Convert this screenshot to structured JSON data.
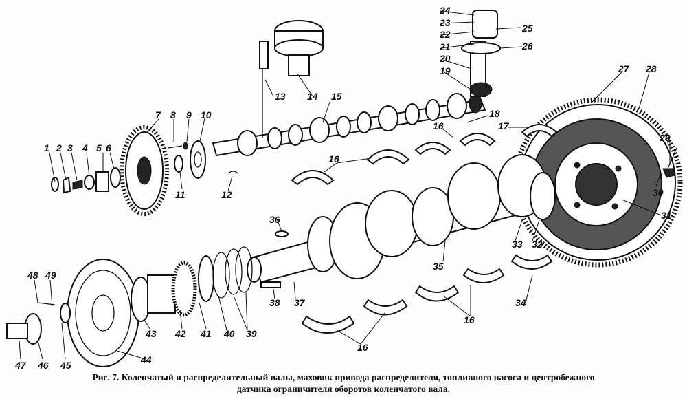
{
  "caption": {
    "line1": "Рис. 7. Коленчатый и распределительный валы, маховик привода распределителя, топливного насоса и центробежного",
    "line2": "датчика ограничителя оборотов коленчатого вала."
  },
  "callouts": {
    "n1": "1",
    "n2": "2",
    "n3": "3",
    "n4": "4",
    "n5": "5",
    "n6": "6",
    "n7": "7",
    "n8": "8",
    "n9": "9",
    "n10": "10",
    "n11": "11",
    "n12": "12",
    "n13": "13",
    "n14": "14",
    "n15": "15",
    "n16": "16",
    "n17": "17",
    "n18": "18",
    "n19": "19",
    "n20": "20",
    "n21": "21",
    "n22": "22",
    "n23": "23",
    "n24": "24",
    "n25": "25",
    "n26": "26",
    "n27": "27",
    "n28": "28",
    "n29": "29",
    "n30": "30",
    "n31": "31",
    "n32": "32",
    "n33": "33",
    "n34": "34",
    "n35": "35",
    "n36": "36",
    "n37": "37",
    "n38": "38",
    "n39": "39",
    "n40": "40",
    "n41": "41",
    "n42": "42",
    "n43": "43",
    "n44": "44",
    "n45": "45",
    "n46": "46",
    "n47": "47",
    "n48": "48",
    "n49": "49"
  }
}
